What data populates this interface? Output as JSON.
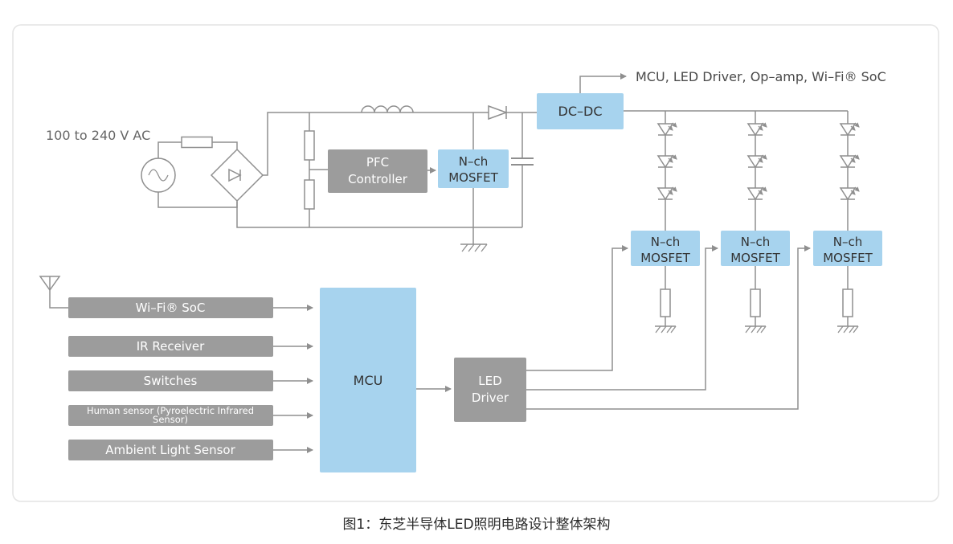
{
  "caption": "图1：东芝半导体LED照明电路设计整体架构",
  "colors": {
    "box_gray": "#9c9c9c",
    "box_blue": "#a7d3ee",
    "wire_gray": "#8f8f8f",
    "frame_border": "#e4e4e4",
    "text_dark": "#333333",
    "text_light": "#ffffff"
  },
  "power_stage": {
    "ac_input_label": "100 to 240 V AC",
    "pfc_controller": {
      "line1": "PFC",
      "line2": "Controller"
    },
    "main_mosfet": {
      "line1": "N–ch",
      "line2": "MOSFET"
    },
    "dcdc": {
      "label": "DC–DC"
    },
    "dcdc_output_note": "MCU, LED Driver, Op–amp, Wi–Fi® SoC"
  },
  "led_stage": {
    "mosfet": {
      "line1": "N–ch",
      "line2": "MOSFET"
    }
  },
  "control_stage": {
    "inputs": [
      {
        "label": "Wi–Fi® SoC"
      },
      {
        "label": "IR Receiver"
      },
      {
        "label": "Switches"
      },
      {
        "label_line1": "Human sensor (Pyroelectric Infrared",
        "label_line2": "Sensor)"
      },
      {
        "label": "Ambient Light Sensor"
      }
    ],
    "mcu": {
      "label": "MCU"
    },
    "led_driver": {
      "line1": "LED",
      "line2": "Driver"
    }
  }
}
